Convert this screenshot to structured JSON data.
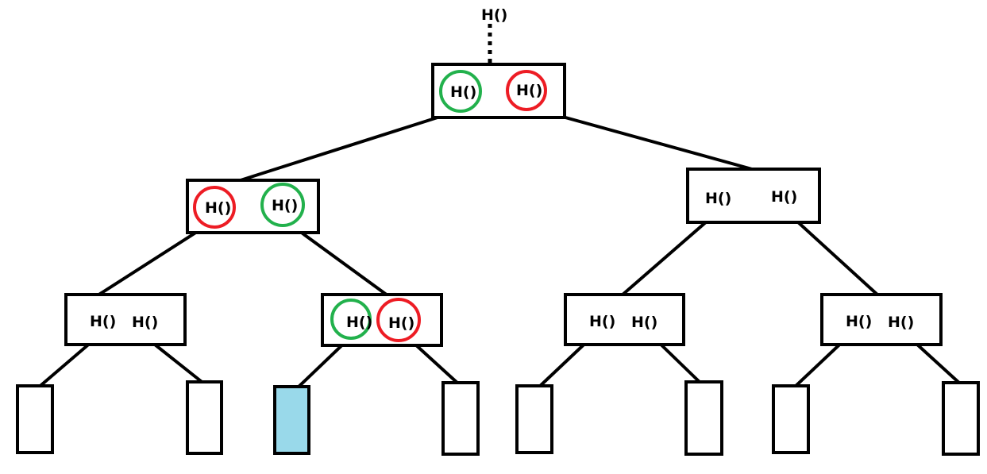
{
  "diagram": {
    "root_hash_label": "H()",
    "hash_label": "H()",
    "colors": {
      "stroke": "#000000",
      "background": "#ffffff",
      "highlight_green": "#22b14c",
      "highlight_red": "#ed1c24",
      "target_leaf_fill": "#99d9ea"
    },
    "root_node": {
      "left_hash": "H()",
      "right_hash": "H()",
      "left_highlight": "green",
      "right_highlight": "red"
    },
    "level1_nodes": [
      {
        "left_hash": "H()",
        "right_hash": "H()",
        "left_highlight": "red",
        "right_highlight": "green"
      },
      {
        "left_hash": "H()",
        "right_hash": "H()",
        "left_highlight": "none",
        "right_highlight": "none"
      }
    ],
    "level2_nodes": [
      {
        "left_hash": "H()",
        "right_hash": "H()",
        "left_highlight": "none",
        "right_highlight": "none"
      },
      {
        "left_hash": "H()",
        "right_hash": "H()",
        "left_highlight": "green",
        "right_highlight": "red"
      },
      {
        "left_hash": "H()",
        "right_hash": "H()",
        "left_highlight": "none",
        "right_highlight": "none"
      },
      {
        "left_hash": "H()",
        "right_hash": "H()",
        "left_highlight": "none",
        "right_highlight": "none"
      }
    ],
    "leaves": [
      {
        "highlighted": false
      },
      {
        "highlighted": false
      },
      {
        "highlighted": true
      },
      {
        "highlighted": false
      },
      {
        "highlighted": false
      },
      {
        "highlighted": false
      },
      {
        "highlighted": false
      },
      {
        "highlighted": false
      }
    ]
  }
}
